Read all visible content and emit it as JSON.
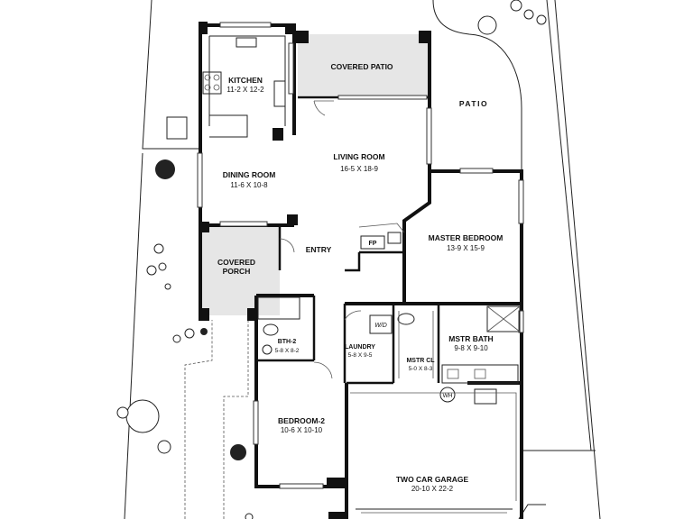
{
  "rooms": {
    "kitchen": {
      "name": "KITCHEN",
      "dim": "11-2 X 12-2"
    },
    "covered_patio": {
      "name": "COVERED PATIO"
    },
    "patio": {
      "name": "PATIO"
    },
    "living_room": {
      "name": "LIVING ROOM",
      "dim": "16-5  X  18-9"
    },
    "dining_room": {
      "name": "DINING ROOM",
      "dim": "11-6  X  10-8"
    },
    "fireplace": {
      "name": "FP"
    },
    "entry": {
      "name": "ENTRY"
    },
    "master_bedroom": {
      "name": "MASTER BEDROOM",
      "dim": "13-9  X  15-9"
    },
    "covered_porch": {
      "name_line1": "COVERED",
      "name_line2": "PORCH"
    },
    "washer_dryer": {
      "name": "W/D"
    },
    "laundry": {
      "name": "LAUNDRY",
      "dim": "5-8 X 9-5"
    },
    "bath_2": {
      "name": "BTH-2",
      "dim": "5-8 X 8-2"
    },
    "master_bath": {
      "name": "MSTR BATH",
      "dim": "9-8  X  9-10"
    },
    "master_closet": {
      "name": "MSTR CL",
      "dim": "5-0 X 8-3"
    },
    "water_heater": {
      "name": "WH"
    },
    "bedroom_2": {
      "name": "BEDROOM-2",
      "dim": "10-6 X 10-10"
    },
    "garage": {
      "name": "TWO CAR GARAGE",
      "dim": "20-10  X  22-2"
    }
  },
  "colors": {
    "wall": "#111111",
    "shade": "#e6e6e6",
    "background": "#ffffff"
  }
}
